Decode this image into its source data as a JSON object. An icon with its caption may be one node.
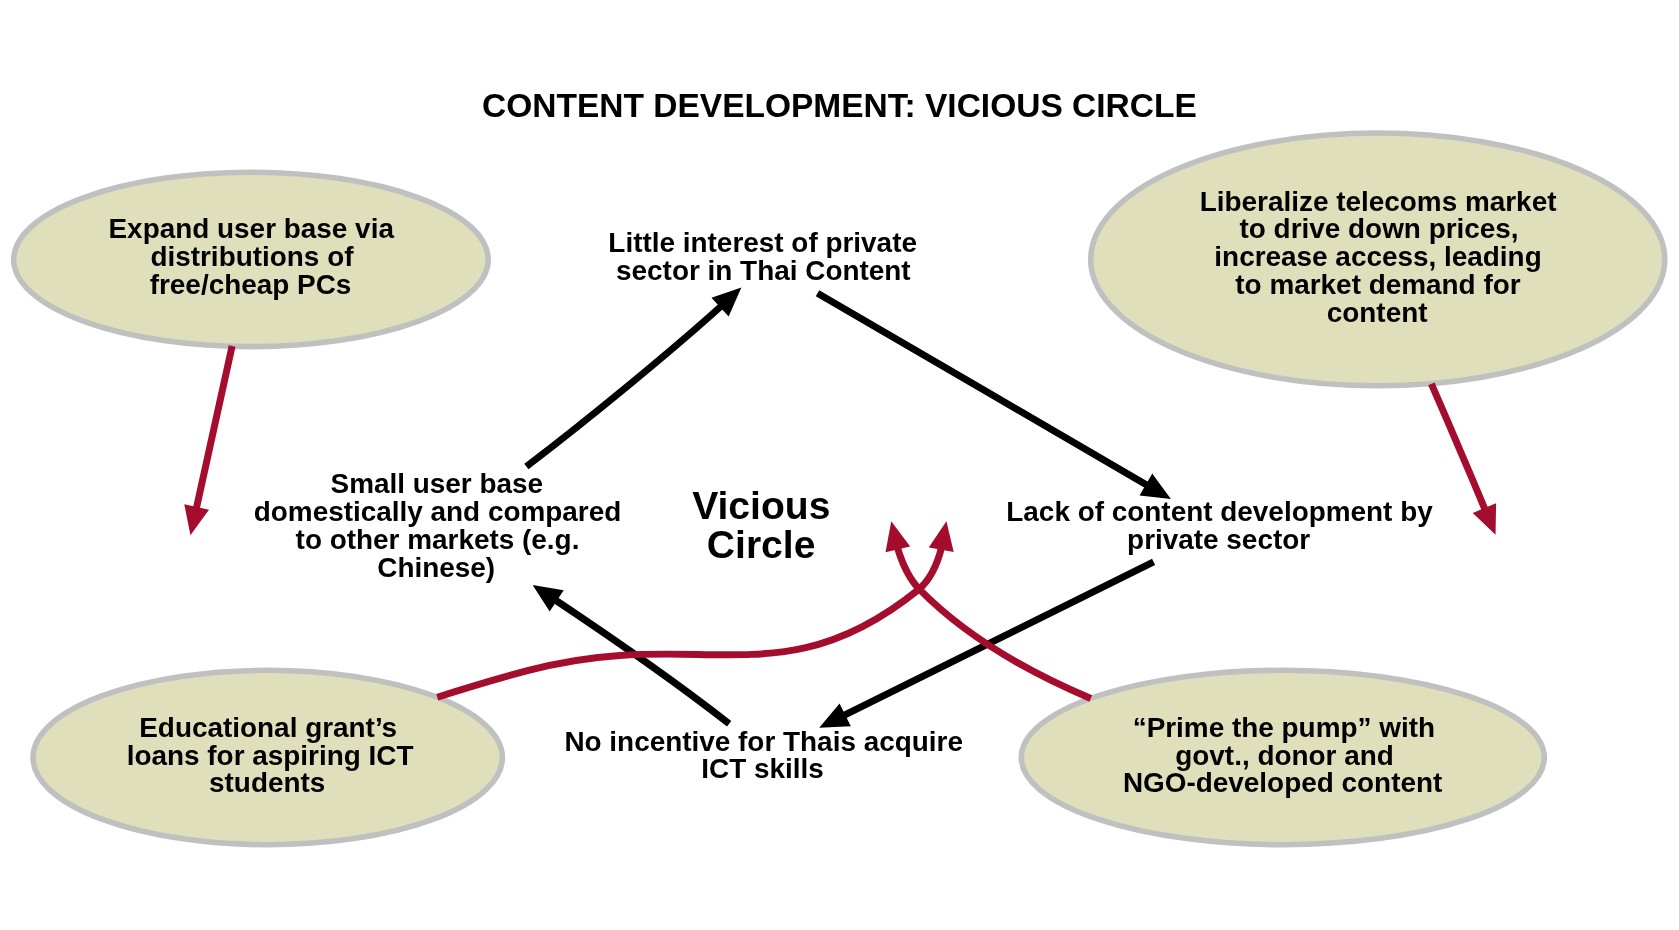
{
  "diagram": {
    "title": "CONTENT DEVELOPMENT: VICIOUS CIRCLE",
    "nodes": [
      {
        "text": [
          "Little interest of private sector in Thai Content"
        ]
      },
      {
        "text": [
          "Lack of content development by private sector"
        ]
      },
      {
        "text": [
          "No incentive for Thais acquire ICT skills"
        ]
      },
      {
        "text": [
          "Small user base domestically and compared to other markets (e.g. Chinese)"
        ]
      },
      {
        "text": [
          "Expand user base via distributions of free/cheap PCs"
        ]
      },
      {
        "text": [
          "Liberalize telecoms market to drive down prices, increase access, leading to market demand for content"
        ]
      },
      {
        "text": [
          "Educational grant’s loans for aspiring ICT students"
        ]
      },
      {
        "text": [
          "“Prime the pump” with govt., donor and NGO-developed content"
        ]
      }
    ],
    "edges": [
      {
        "from": 3,
        "to": 0,
        "arrow": "to"
      },
      {
        "from": 0,
        "to": 1,
        "arrow": "to"
      },
      {
        "from": 1,
        "to": 2,
        "arrow": "to"
      },
      {
        "from": 2,
        "to": 3,
        "arrow": "to"
      },
      {
        "from": 4,
        "to": null,
        "arrow": "to",
        "color": "#a50d2e"
      },
      {
        "from": 5,
        "to": null,
        "arrow": "to",
        "color": "#a50d2e"
      },
      {
        "from": 6,
        "to": null,
        "arrow": "to",
        "color": "#a50d2e"
      },
      {
        "from": 7,
        "to": null,
        "arrow": "to",
        "color": "#a50d2e"
      }
    ],
    "labels": [
      "Vicious Circle"
    ]
  }
}
